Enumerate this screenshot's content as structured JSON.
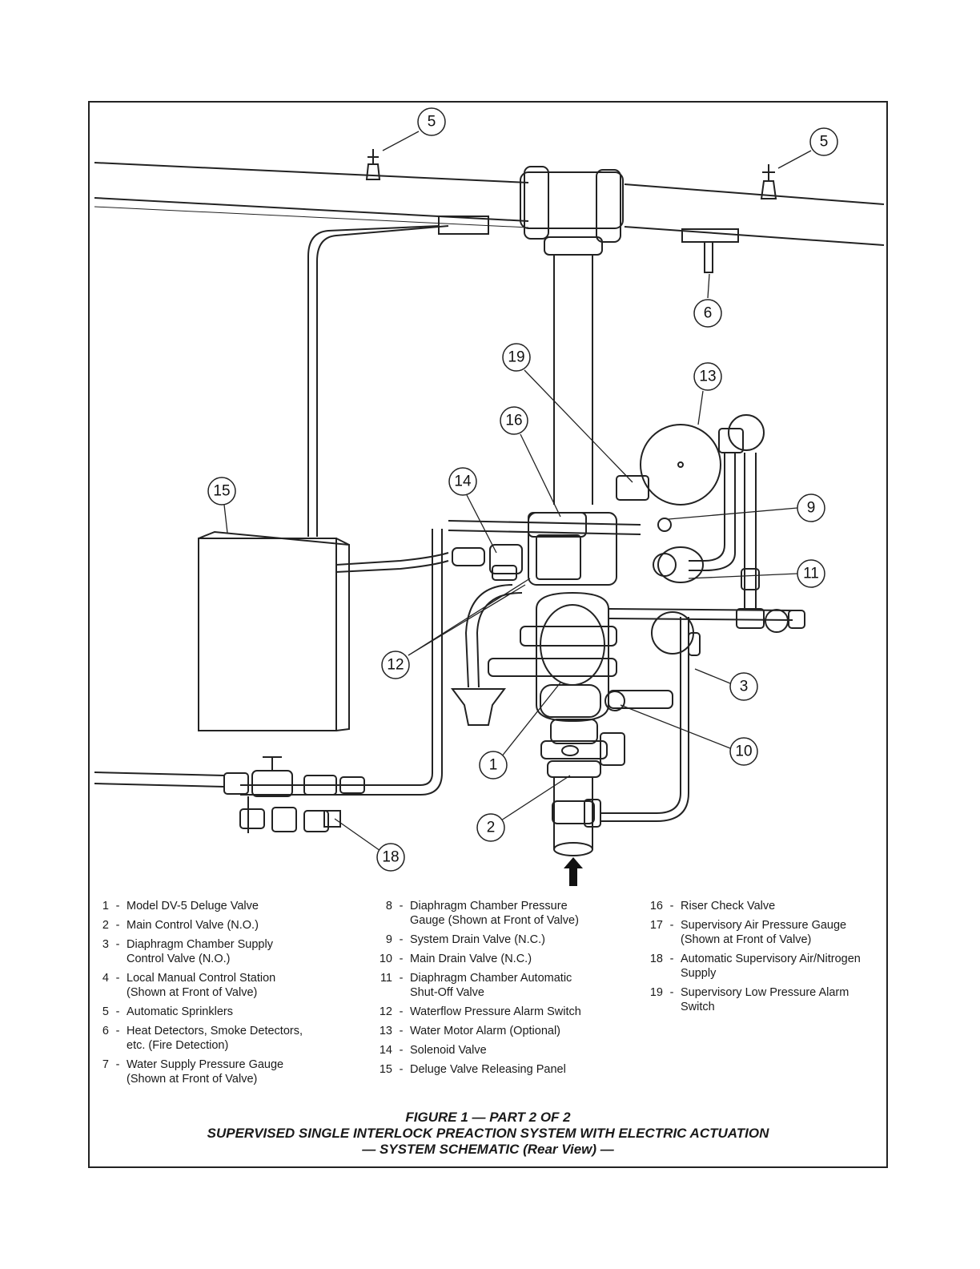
{
  "legend": [
    {
      "num": "1",
      "text": "Model DV-5 Deluge Valve"
    },
    {
      "num": "2",
      "text": "Main Control Valve (N.O.)"
    },
    {
      "num": "3",
      "text": "Diaphragm Chamber Supply Control Valve (N.O.)"
    },
    {
      "num": "4",
      "text": "Local Manual Control Station (Shown at Front of Valve)"
    },
    {
      "num": "5",
      "text": "Automatic Sprinklers"
    },
    {
      "num": "6",
      "text": "Heat Detectors, Smoke Detectors, etc. (Fire Detection)"
    },
    {
      "num": "7",
      "text": "Water Supply Pressure Gauge (Shown at Front of Valve)"
    },
    {
      "num": "8",
      "text": "Diaphragm Chamber Pressure Gauge (Shown at Front of Valve)"
    },
    {
      "num": "9",
      "text": "System Drain Valve (N.C.)"
    },
    {
      "num": "10",
      "text": "Main Drain Valve (N.C.)"
    },
    {
      "num": "11",
      "text": "Diaphragm Chamber Automatic Shut-Off Valve"
    },
    {
      "num": "12",
      "text": "Waterflow Pressure Alarm Switch"
    },
    {
      "num": "13",
      "text": "Water Motor Alarm (Optional)"
    },
    {
      "num": "14",
      "text": "Solenoid Valve"
    },
    {
      "num": "15",
      "text": "Deluge Valve Releasing Panel"
    },
    {
      "num": "16",
      "text": "Riser Check Valve"
    },
    {
      "num": "17",
      "text": "Supervisory Air Pressure Gauge (Shown at Front of Valve)"
    },
    {
      "num": "18",
      "text": "Automatic Supervisory Air/Nitrogen Supply"
    },
    {
      "num": "19",
      "text": "Supervisory Low Pressure Alarm Switch"
    }
  ],
  "callouts": [
    "5",
    "5",
    "6",
    "19",
    "13",
    "16",
    "15",
    "14",
    "9",
    "11",
    "12",
    "3",
    "1",
    "10",
    "2",
    "18"
  ],
  "caption": {
    "line1": "FIGURE 1 — PART 2 OF 2",
    "line2": "SUPERVISED  SINGLE INTERLOCK PREACTION SYSTEM WITH ELECTRIC ACTUATION",
    "line3": "— SYSTEM SCHEMATIC (Rear View) —"
  }
}
